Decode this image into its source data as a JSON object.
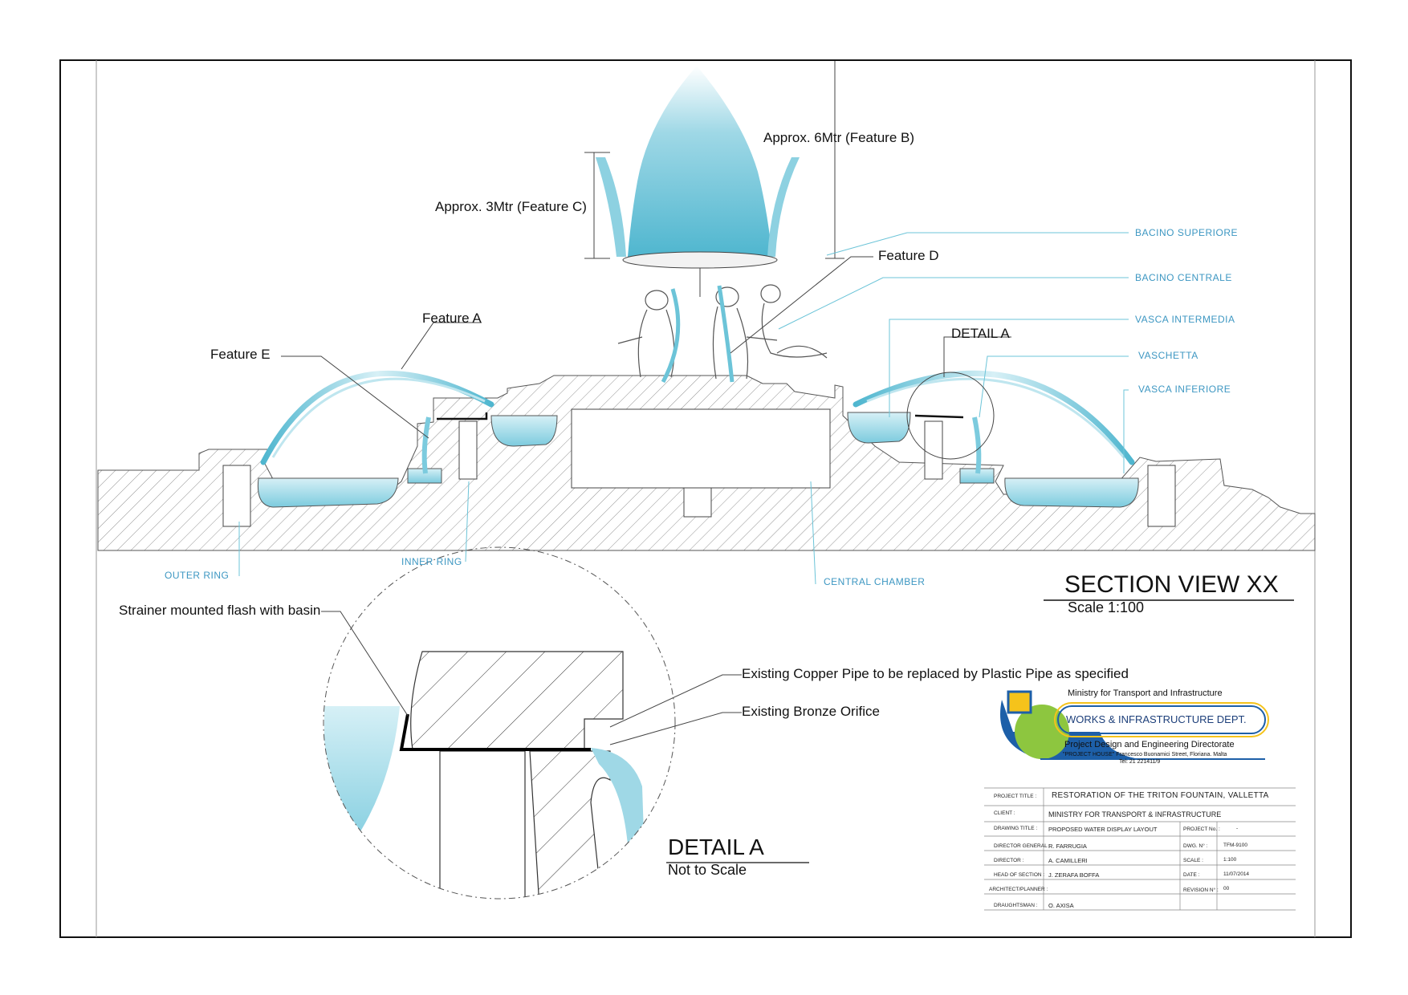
{
  "callouts": {
    "feature_b": "Approx. 6Mtr (Feature B)",
    "feature_c": "Approx. 3Mtr (Feature C)",
    "feature_d": "Feature D",
    "feature_a": "Feature A",
    "feature_e": "Feature E",
    "detail_a_tag": "DETAIL A"
  },
  "basin_labels": {
    "bacino_superiore": "BACINO SUPERIORE",
    "bacino_centrale": "BACINO CENTRALE",
    "vasca_intermedia": "VASCA INTERMEDIA",
    "vaschetta": "VASCHETTA",
    "vasca_inferiore": "VASCA INFERIORE",
    "outer_ring": "OUTER RING",
    "inner_ring": "INNER RING",
    "central_chamber": "CENTRAL CHAMBER"
  },
  "section": {
    "title": "SECTION VIEW XX",
    "scale": "Scale 1:100"
  },
  "detail": {
    "title": "DETAIL A",
    "scale": "Not to Scale",
    "strainer": "Strainer mounted flash with basin",
    "copper_pipe": "Existing Copper Pipe to be replaced by Plastic Pipe as specified",
    "bronze_orifice": "Existing Bronze Orifice"
  },
  "logo": {
    "ministry": "Ministry for Transport and Infrastructure",
    "dept": "WORKS & INFRASTRUCTURE DEPT.",
    "directorate": "Project Design and Engineering Directorate",
    "address": "\"PROJECT HOUSE\" Francesco Buonamici Street, Floriana. Malta",
    "tel": "Tel: 21 221411/9",
    "colors": {
      "blue": "#1d5fa8",
      "green": "#8dc63f",
      "yellow": "#f5c31b"
    }
  },
  "title_block": {
    "project_title_label": "PROJECT TITLE :",
    "project_title": "RESTORATION OF THE TRITON FOUNTAIN, VALLETTA",
    "client_label": "CLIENT :",
    "client": "MINISTRY FOR TRANSPORT & INFRASTRUCTURE",
    "drawing_title_label": "DRAWING TITLE :",
    "drawing_title": "PROPOSED WATER DISPLAY LAYOUT",
    "project_no_label": "PROJECT No. :",
    "project_no": "-",
    "director_general_label": "DIRECTOR GENERAL :",
    "director_general": "R. FARRUGIA",
    "dwg_no_label": "DWG. N° :",
    "dwg_no": "TFM-9100",
    "director_label": "DIRECTOR :",
    "director": "A. CAMILLERI",
    "scale_label": "SCALE :",
    "scale": "1:100",
    "head_label": "HEAD OF SECTION :",
    "head": "J. ZERAFA BOFFA",
    "date_label": "DATE :",
    "date": "11/07/2014",
    "architect_label": "ARCHITECT/PLANNER :",
    "revision_label": "REVISION N° :",
    "revision": "00",
    "draughtsman_label": "DRAUGHTSMAN :",
    "draughtsman": "O. AXISA"
  },
  "colors": {
    "water": "#6cc4d8",
    "label_blue": "#3d97c2",
    "line": "#222222"
  }
}
